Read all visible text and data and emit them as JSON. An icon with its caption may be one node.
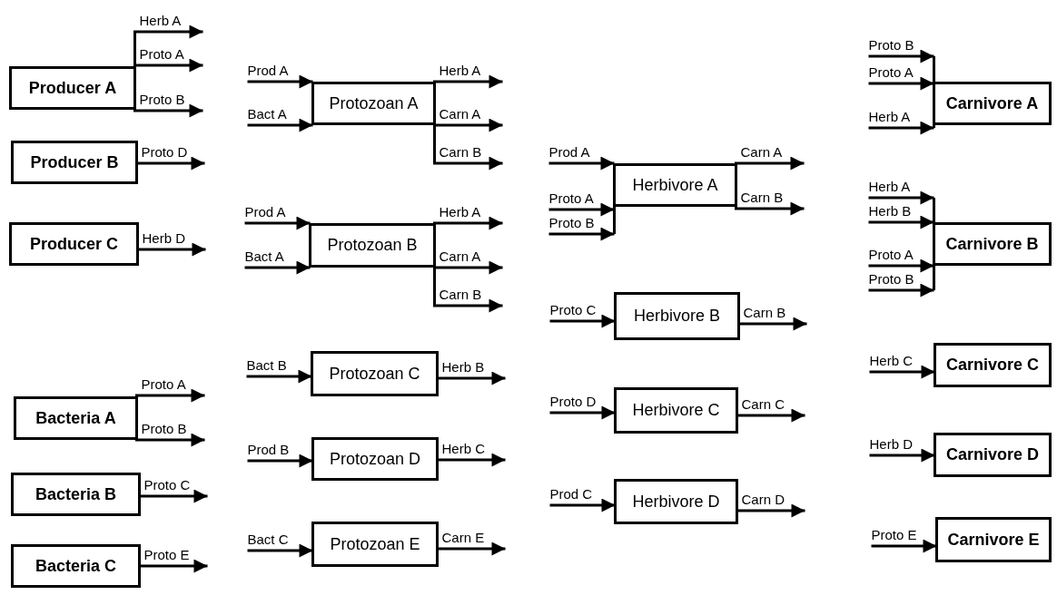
{
  "diagram": {
    "nodes": [
      {
        "text": [
          "Producer A"
        ]
      },
      {
        "text": [
          "Producer B"
        ]
      },
      {
        "text": [
          "Producer C"
        ]
      },
      {
        "text": [
          "Bacteria A"
        ]
      },
      {
        "text": [
          "Bacteria B"
        ]
      },
      {
        "text": [
          "Bacteria C"
        ]
      },
      {
        "text": [
          "Protozoan A"
        ]
      },
      {
        "text": [
          "Protozoan B"
        ]
      },
      {
        "text": [
          "Protozoan C"
        ]
      },
      {
        "text": [
          "Protozoan D"
        ]
      },
      {
        "text": [
          "Protozoan E"
        ]
      },
      {
        "text": [
          "Herbivore A"
        ]
      },
      {
        "text": [
          "Herbivore B"
        ]
      },
      {
        "text": [
          "Herbivore C"
        ]
      },
      {
        "text": [
          "Herbivore D"
        ]
      },
      {
        "text": [
          "Carnivore A"
        ]
      },
      {
        "text": [
          "Carnivore B"
        ]
      },
      {
        "text": [
          "Carnivore C"
        ]
      },
      {
        "text": [
          "Carnivore D"
        ]
      },
      {
        "text": [
          "Carnivore E"
        ]
      }
    ],
    "edges": [
      {
        "from": 0,
        "to": null,
        "arrow": "to",
        "label": "Herb A"
      },
      {
        "from": 0,
        "to": null,
        "arrow": "to",
        "label": "Proto A"
      },
      {
        "from": 0,
        "to": null,
        "arrow": "to",
        "label": "Proto B"
      },
      {
        "from": 1,
        "to": null,
        "arrow": "to",
        "label": "Proto D"
      },
      {
        "from": 2,
        "to": null,
        "arrow": "to",
        "label": "Herb D"
      },
      {
        "from": 3,
        "to": null,
        "arrow": "to",
        "label": "Proto A"
      },
      {
        "from": 3,
        "to": null,
        "arrow": "to",
        "label": "Proto B"
      },
      {
        "from": 4,
        "to": null,
        "arrow": "to",
        "label": "Proto C"
      },
      {
        "from": 5,
        "to": null,
        "arrow": "to",
        "label": "Proto E"
      },
      {
        "from": null,
        "to": 6,
        "arrow": "to",
        "label": "Prod A"
      },
      {
        "from": null,
        "to": 6,
        "arrow": "to",
        "label": "Bact A"
      },
      {
        "from": 6,
        "to": null,
        "arrow": "to",
        "label": "Herb A"
      },
      {
        "from": 6,
        "to": null,
        "arrow": "to",
        "label": "Carn A"
      },
      {
        "from": 6,
        "to": null,
        "arrow": "to",
        "label": "Carn B"
      },
      {
        "from": null,
        "to": 7,
        "arrow": "to",
        "label": "Prod A"
      },
      {
        "from": null,
        "to": 7,
        "arrow": "to",
        "label": "Bact A"
      },
      {
        "from": 7,
        "to": null,
        "arrow": "to",
        "label": "Herb A"
      },
      {
        "from": 7,
        "to": null,
        "arrow": "to",
        "label": "Carn A"
      },
      {
        "from": 7,
        "to": null,
        "arrow": "to",
        "label": "Carn B"
      },
      {
        "from": null,
        "to": 8,
        "arrow": "to",
        "label": "Bact B"
      },
      {
        "from": 8,
        "to": null,
        "arrow": "to",
        "label": "Herb B"
      },
      {
        "from": null,
        "to": 9,
        "arrow": "to",
        "label": "Prod B"
      },
      {
        "from": 9,
        "to": null,
        "arrow": "to",
        "label": "Herb C"
      },
      {
        "from": null,
        "to": 10,
        "arrow": "to",
        "label": "Bact C"
      },
      {
        "from": 10,
        "to": null,
        "arrow": "to",
        "label": "Carn E"
      },
      {
        "from": null,
        "to": 11,
        "arrow": "to",
        "label": "Prod A"
      },
      {
        "from": null,
        "to": 11,
        "arrow": "to",
        "label": "Proto A"
      },
      {
        "from": null,
        "to": 11,
        "arrow": "to",
        "label": "Proto B"
      },
      {
        "from": 11,
        "to": null,
        "arrow": "to",
        "label": "Carn A"
      },
      {
        "from": 11,
        "to": null,
        "arrow": "to",
        "label": "Carn B"
      },
      {
        "from": null,
        "to": 12,
        "arrow": "to",
        "label": "Proto C"
      },
      {
        "from": 12,
        "to": null,
        "arrow": "to",
        "label": "Carn B"
      },
      {
        "from": null,
        "to": 13,
        "arrow": "to",
        "label": "Proto D"
      },
      {
        "from": 13,
        "to": null,
        "arrow": "to",
        "label": "Carn C"
      },
      {
        "from": null,
        "to": 14,
        "arrow": "to",
        "label": "Prod C"
      },
      {
        "from": 14,
        "to": null,
        "arrow": "to",
        "label": "Carn D"
      },
      {
        "from": null,
        "to": 15,
        "arrow": "to",
        "label": "Proto B"
      },
      {
        "from": null,
        "to": 15,
        "arrow": "to",
        "label": "Proto A"
      },
      {
        "from": null,
        "to": 15,
        "arrow": "to",
        "label": "Herb A"
      },
      {
        "from": null,
        "to": 16,
        "arrow": "to",
        "label": "Herb A"
      },
      {
        "from": null,
        "to": 16,
        "arrow": "to",
        "label": "Herb B"
      },
      {
        "from": null,
        "to": 16,
        "arrow": "to",
        "label": "Proto A"
      },
      {
        "from": null,
        "to": 16,
        "arrow": "to",
        "label": "Proto B"
      },
      {
        "from": null,
        "to": 17,
        "arrow": "to",
        "label": "Herb C"
      },
      {
        "from": null,
        "to": 18,
        "arrow": "to",
        "label": "Herb D"
      },
      {
        "from": null,
        "to": 19,
        "arrow": "to",
        "label": "Proto E"
      }
    ]
  }
}
